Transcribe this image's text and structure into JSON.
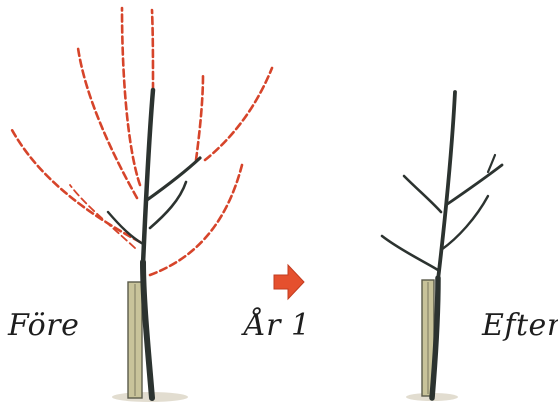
{
  "labels": {
    "before": "Före",
    "year": "År 1",
    "after": "Efter"
  },
  "colors": {
    "branch": "#2c3330",
    "cut": "#d6442a",
    "stake": "#c8c39a",
    "stake_edge": "#5a5a4a",
    "arrow": "#e5502e",
    "ground": "#e2ddd0"
  },
  "icons": {
    "transition": "arrow-right-icon"
  }
}
